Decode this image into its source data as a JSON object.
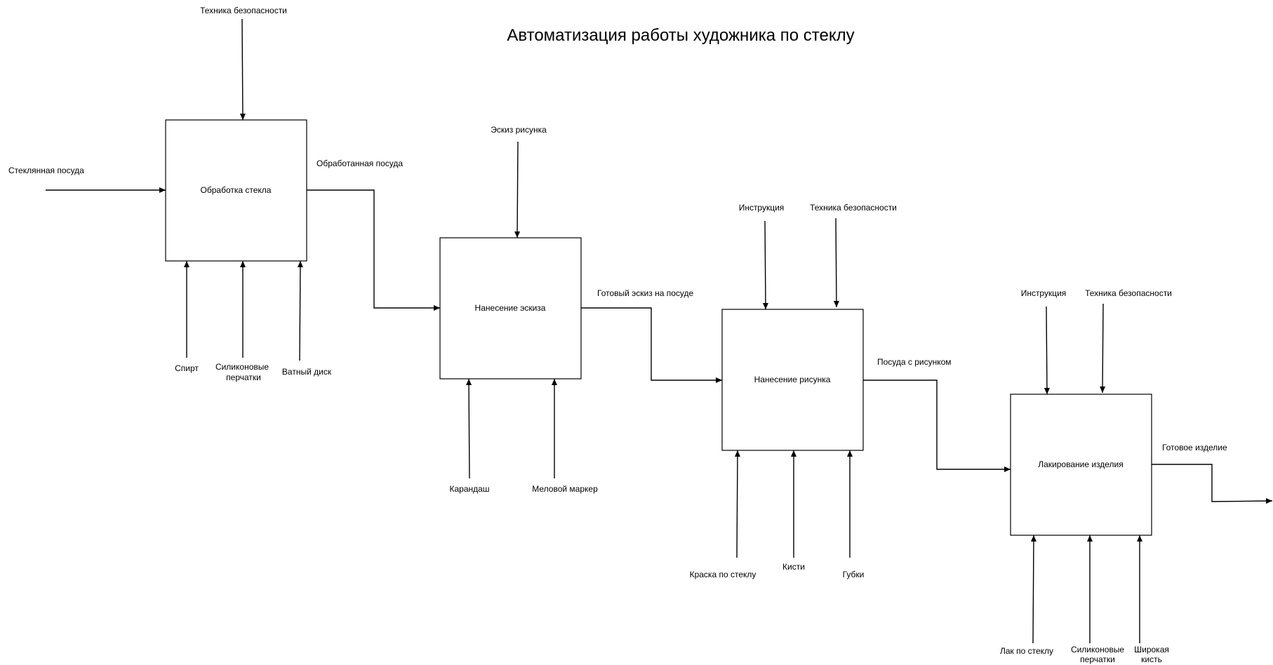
{
  "title": "Автоматизация работы художника по стеклу",
  "blocks": [
    {
      "id": "b1",
      "label": "Обработка стекла"
    },
    {
      "id": "b2",
      "label": "Нанесение эскиза"
    },
    {
      "id": "b3",
      "label": "Нанесение рисунка"
    },
    {
      "id": "b4",
      "label": "Лакирование изделия"
    }
  ],
  "inputs": {
    "glass": "Стеклянная посуда"
  },
  "outputs": {
    "processed": "Обработанная посуда",
    "sketch_ready": "Готовый эскиз на посуде",
    "with_drawing": "Посуда с рисунком",
    "finished": "Готовое изделие"
  },
  "controls": {
    "b1_safety": "Техника безопасности",
    "b2_sketch": "Эскиз рисунка",
    "b3_instruction": "Инструкция",
    "b3_safety": "Техника безопасности",
    "b4_instruction": "Инструкция",
    "b4_safety": "Техника безопасности"
  },
  "mechanisms": {
    "b1_alcohol": "Спирт",
    "b1_gloves": [
      "Силиконовые",
      "перчатки"
    ],
    "b1_cotton": "Ватный диск",
    "b2_pencil": "Карандаш",
    "b2_chalk": "Меловой маркер",
    "b3_paint": "Краска по стеклу",
    "b3_brushes": "Кисти",
    "b3_sponges": "Губки",
    "b4_lacquer": "Лак по стеклу",
    "b4_gloves": [
      "Силиконовые",
      "перчатки"
    ],
    "b4_brush": [
      "Широкая",
      "кисть"
    ]
  }
}
